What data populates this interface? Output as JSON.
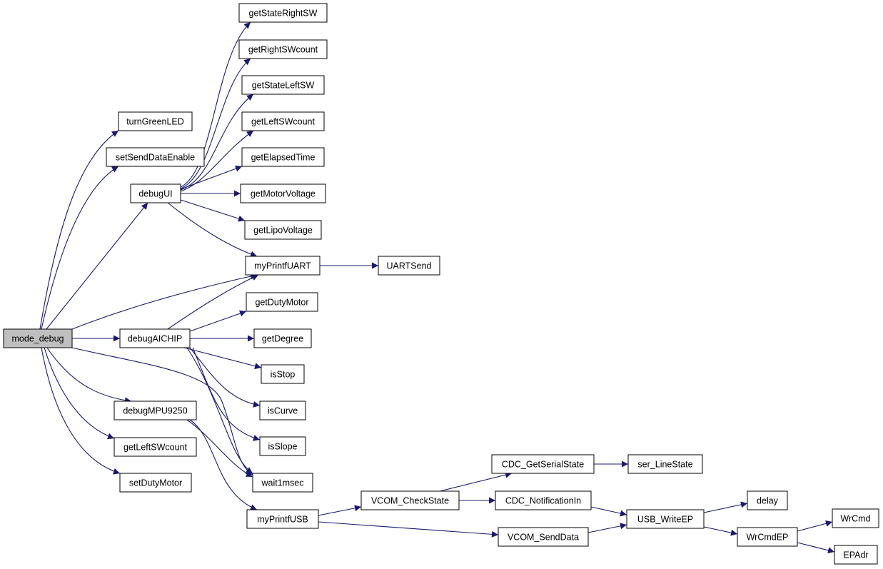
{
  "graph": {
    "nodes": {
      "mode_debug": "mode_debug",
      "turnGreenLED": "turnGreenLED",
      "setSendDataEnable": "setSendDataEnable",
      "debugUI": "debugUI",
      "debugAICHIP": "debugAICHIP",
      "debugMPU9250": "debugMPU9250",
      "getLeftSWcount_a": "getLeftSWcount",
      "setDutyMotor": "setDutyMotor",
      "getStateRightSW": "getStateRightSW",
      "getRightSWcount": "getRightSWcount",
      "getStateLeftSW": "getStateLeftSW",
      "getLeftSWcount_b": "getLeftSWcount",
      "getElapsedTime": "getElapsedTime",
      "getMotorVoltage": "getMotorVoltage",
      "getLipoVoltage": "getLipoVoltage",
      "myPrintfUART": "myPrintfUART",
      "UARTSend": "UARTSend",
      "getDutyMotor": "getDutyMotor",
      "getDegree": "getDegree",
      "isStop": "isStop",
      "isCurve": "isCurve",
      "isSlope": "isSlope",
      "wait1msec": "wait1msec",
      "myPrintfUSB": "myPrintfUSB",
      "VCOM_CheckState": "VCOM_CheckState",
      "VCOM_SendData": "VCOM_SendData",
      "CDC_GetSerialState": "CDC_GetSerialState",
      "CDC_NotificationIn": "CDC_NotificationIn",
      "ser_LineState": "ser_LineState",
      "USB_WriteEP": "USB_WriteEP",
      "delay": "delay",
      "WrCmdEP": "WrCmdEP",
      "WrCmd": "WrCmd",
      "EPAdr": "EPAdr"
    },
    "edges": [
      [
        "mode_debug",
        "turnGreenLED"
      ],
      [
        "mode_debug",
        "setSendDataEnable"
      ],
      [
        "mode_debug",
        "debugUI"
      ],
      [
        "mode_debug",
        "myPrintfUART"
      ],
      [
        "mode_debug",
        "debugAICHIP"
      ],
      [
        "mode_debug",
        "wait1msec"
      ],
      [
        "mode_debug",
        "debugMPU9250"
      ],
      [
        "mode_debug",
        "getLeftSWcount_a"
      ],
      [
        "mode_debug",
        "setDutyMotor"
      ],
      [
        "debugUI",
        "getStateRightSW"
      ],
      [
        "debugUI",
        "getRightSWcount"
      ],
      [
        "debugUI",
        "getStateLeftSW"
      ],
      [
        "debugUI",
        "getLeftSWcount_b"
      ],
      [
        "debugUI",
        "getElapsedTime"
      ],
      [
        "debugUI",
        "getMotorVoltage"
      ],
      [
        "debugUI",
        "getLipoVoltage"
      ],
      [
        "debugUI",
        "myPrintfUART"
      ],
      [
        "myPrintfUART",
        "UARTSend"
      ],
      [
        "debugAICHIP",
        "myPrintfUART"
      ],
      [
        "debugAICHIP",
        "getDutyMotor"
      ],
      [
        "debugAICHIP",
        "getDegree"
      ],
      [
        "debugAICHIP",
        "isStop"
      ],
      [
        "debugAICHIP",
        "isCurve"
      ],
      [
        "debugAICHIP",
        "isSlope"
      ],
      [
        "debugAICHIP",
        "wait1msec"
      ],
      [
        "debugMPU9250",
        "wait1msec"
      ],
      [
        "debugMPU9250",
        "myPrintfUSB"
      ],
      [
        "myPrintfUSB",
        "VCOM_CheckState"
      ],
      [
        "myPrintfUSB",
        "VCOM_SendData"
      ],
      [
        "VCOM_CheckState",
        "CDC_GetSerialState"
      ],
      [
        "VCOM_CheckState",
        "CDC_NotificationIn"
      ],
      [
        "CDC_GetSerialState",
        "ser_LineState"
      ],
      [
        "CDC_NotificationIn",
        "USB_WriteEP"
      ],
      [
        "VCOM_SendData",
        "USB_WriteEP"
      ],
      [
        "USB_WriteEP",
        "delay"
      ],
      [
        "USB_WriteEP",
        "WrCmdEP"
      ],
      [
        "WrCmdEP",
        "WrCmd"
      ],
      [
        "WrCmdEP",
        "EPAdr"
      ]
    ],
    "colors": {
      "edge": "#191970",
      "root_fill": "#bfbfbf",
      "node_fill": "#ffffff",
      "node_border": "#000000"
    }
  }
}
